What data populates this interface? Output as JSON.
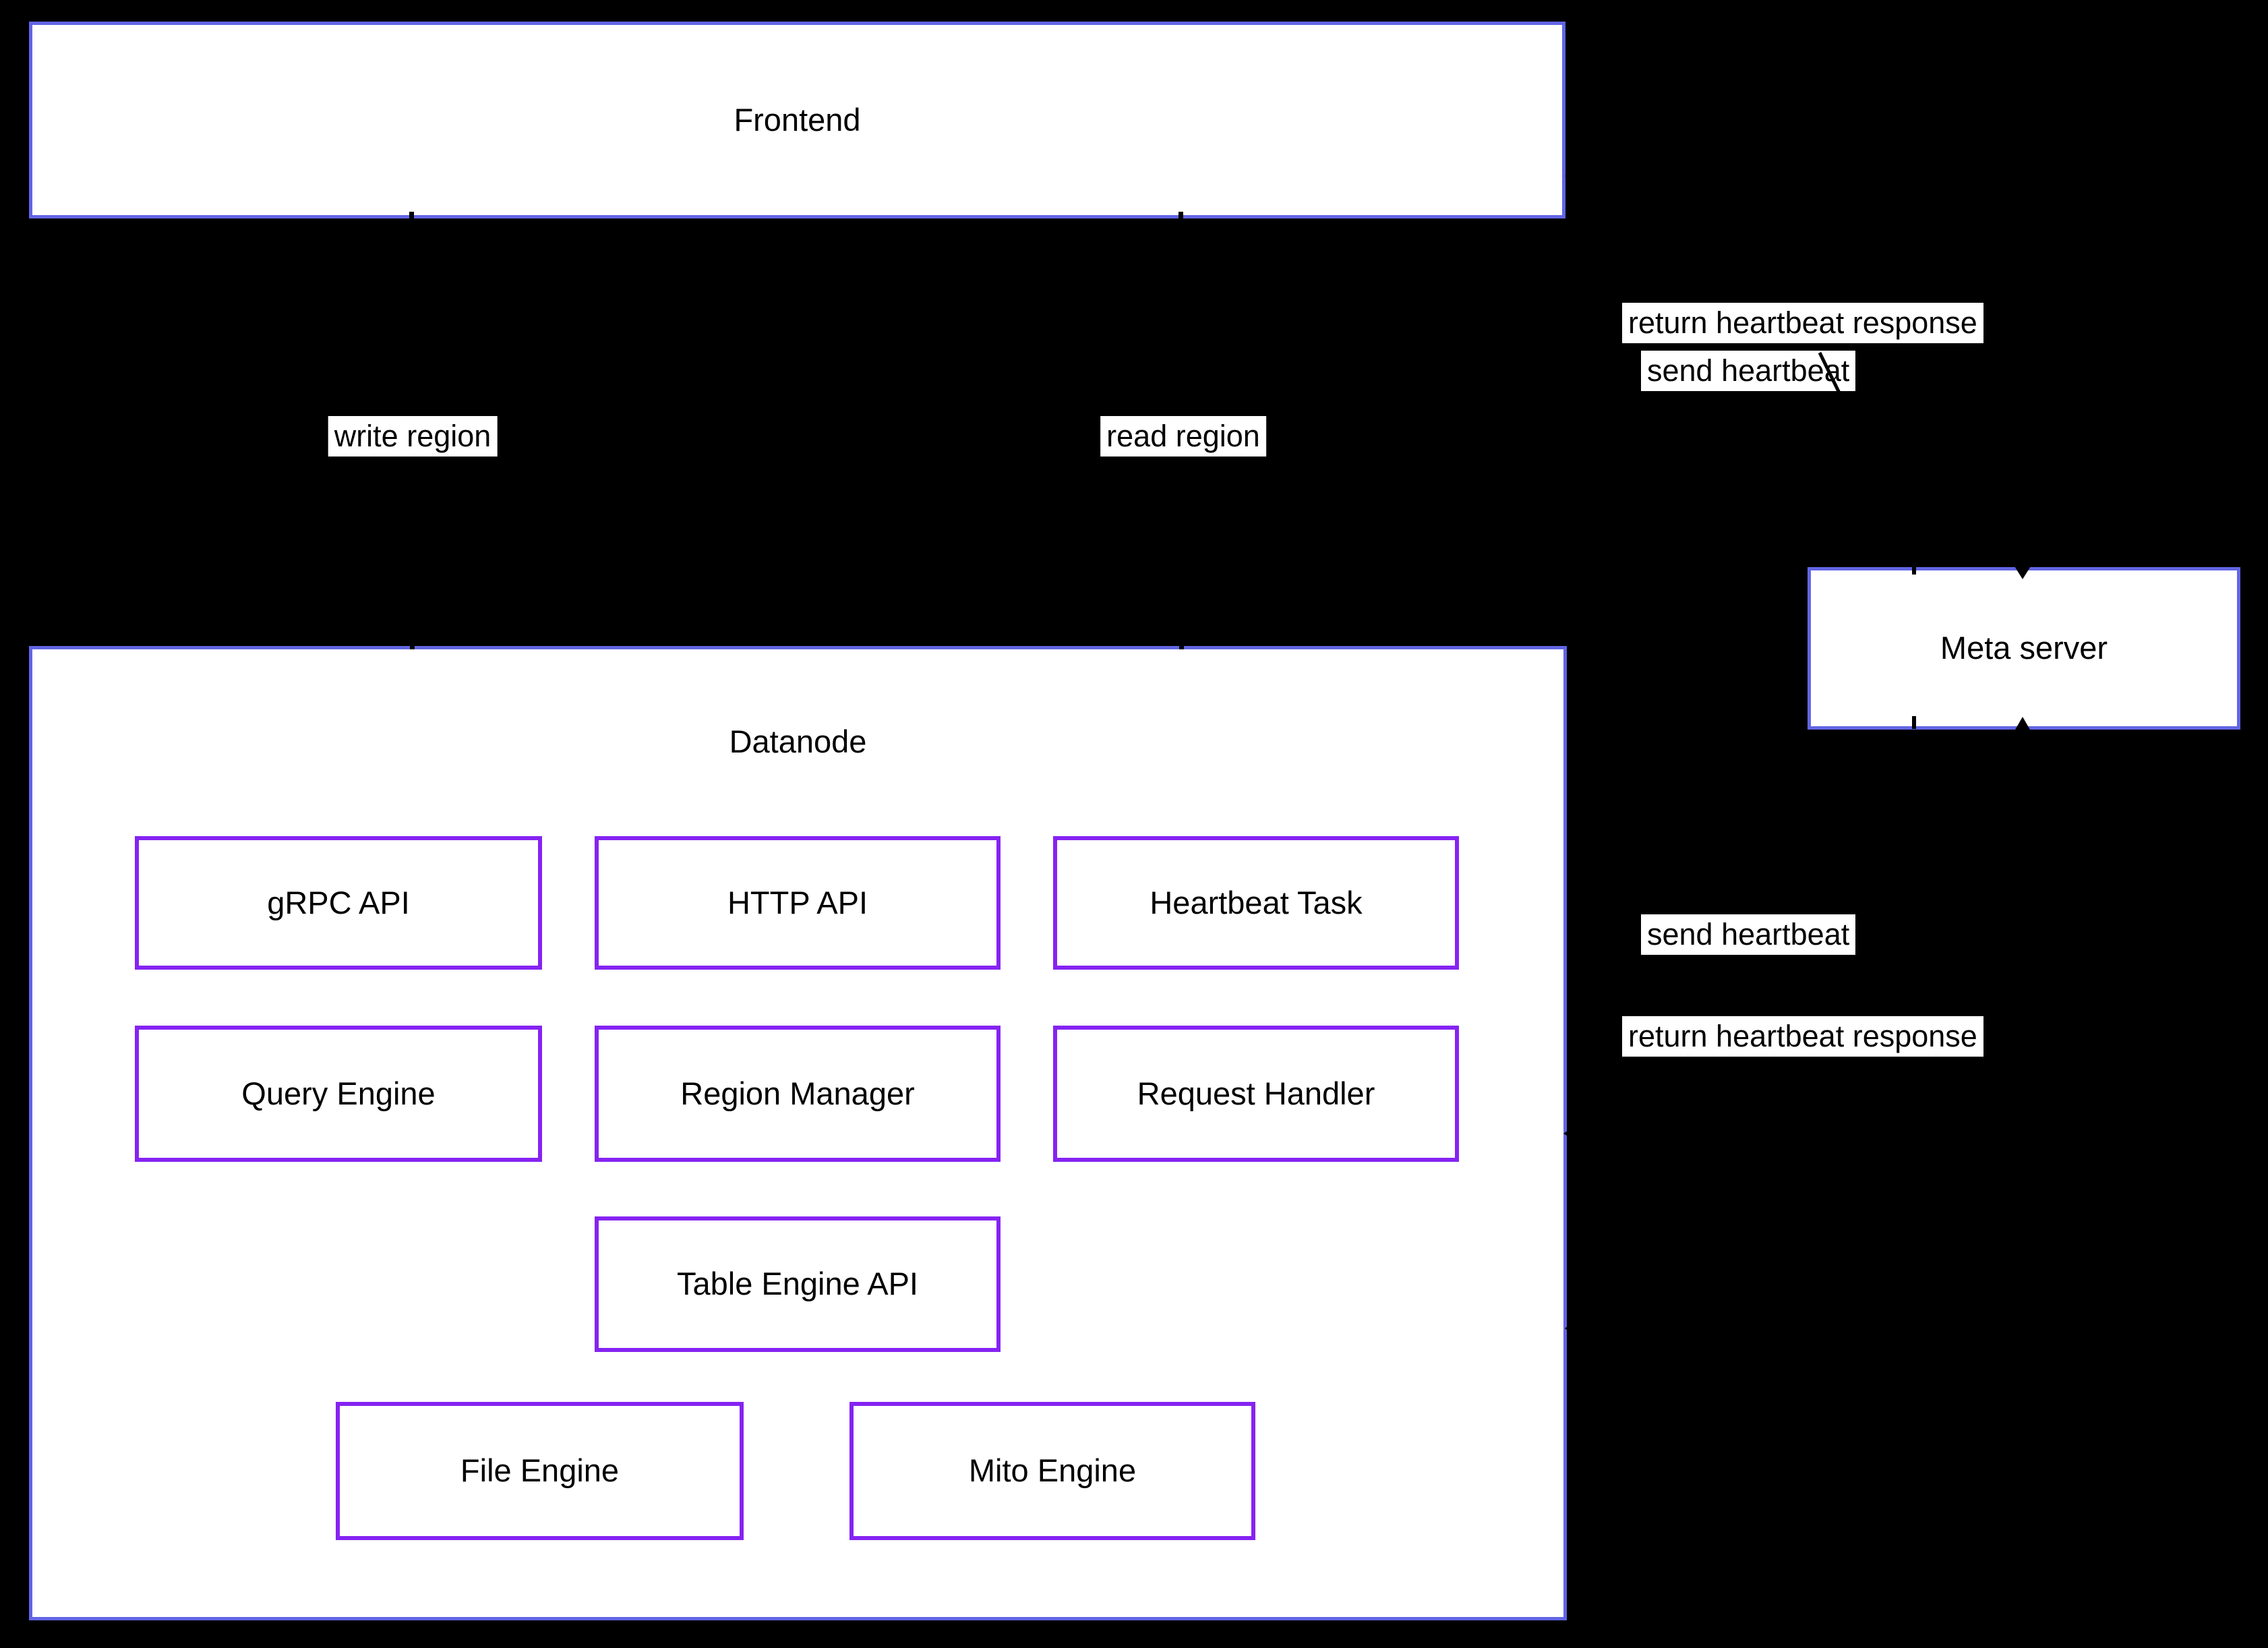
{
  "colors": {
    "background": "#000000",
    "outer_border": "#6265e4",
    "inner_border": "#8523f2",
    "box_fill": "#ffffff",
    "label_bg": "#ffffff",
    "text": "#000000",
    "arrow": "#000000"
  },
  "nodes": {
    "frontend": {
      "label": "Frontend"
    },
    "datanode": {
      "label": "Datanode"
    },
    "meta_server": {
      "label": "Meta server"
    },
    "components": [
      {
        "label": "gRPC API"
      },
      {
        "label": "HTTP API"
      },
      {
        "label": "Heartbeat Task"
      },
      {
        "label": "Query Engine"
      },
      {
        "label": "Region Manager"
      },
      {
        "label": "Request Handler"
      },
      {
        "label": "Table Engine API"
      },
      {
        "label": "File Engine"
      },
      {
        "label": "Mito Engine"
      }
    ]
  },
  "edges": {
    "write_region": "write region",
    "read_region": "read region",
    "frontend_send_heartbeat": "send heartbeat",
    "frontend_return_heartbeat": "return heartbeat response",
    "datanode_send_heartbeat": "send heartbeat",
    "datanode_return_heartbeat": "return heartbeat response"
  }
}
